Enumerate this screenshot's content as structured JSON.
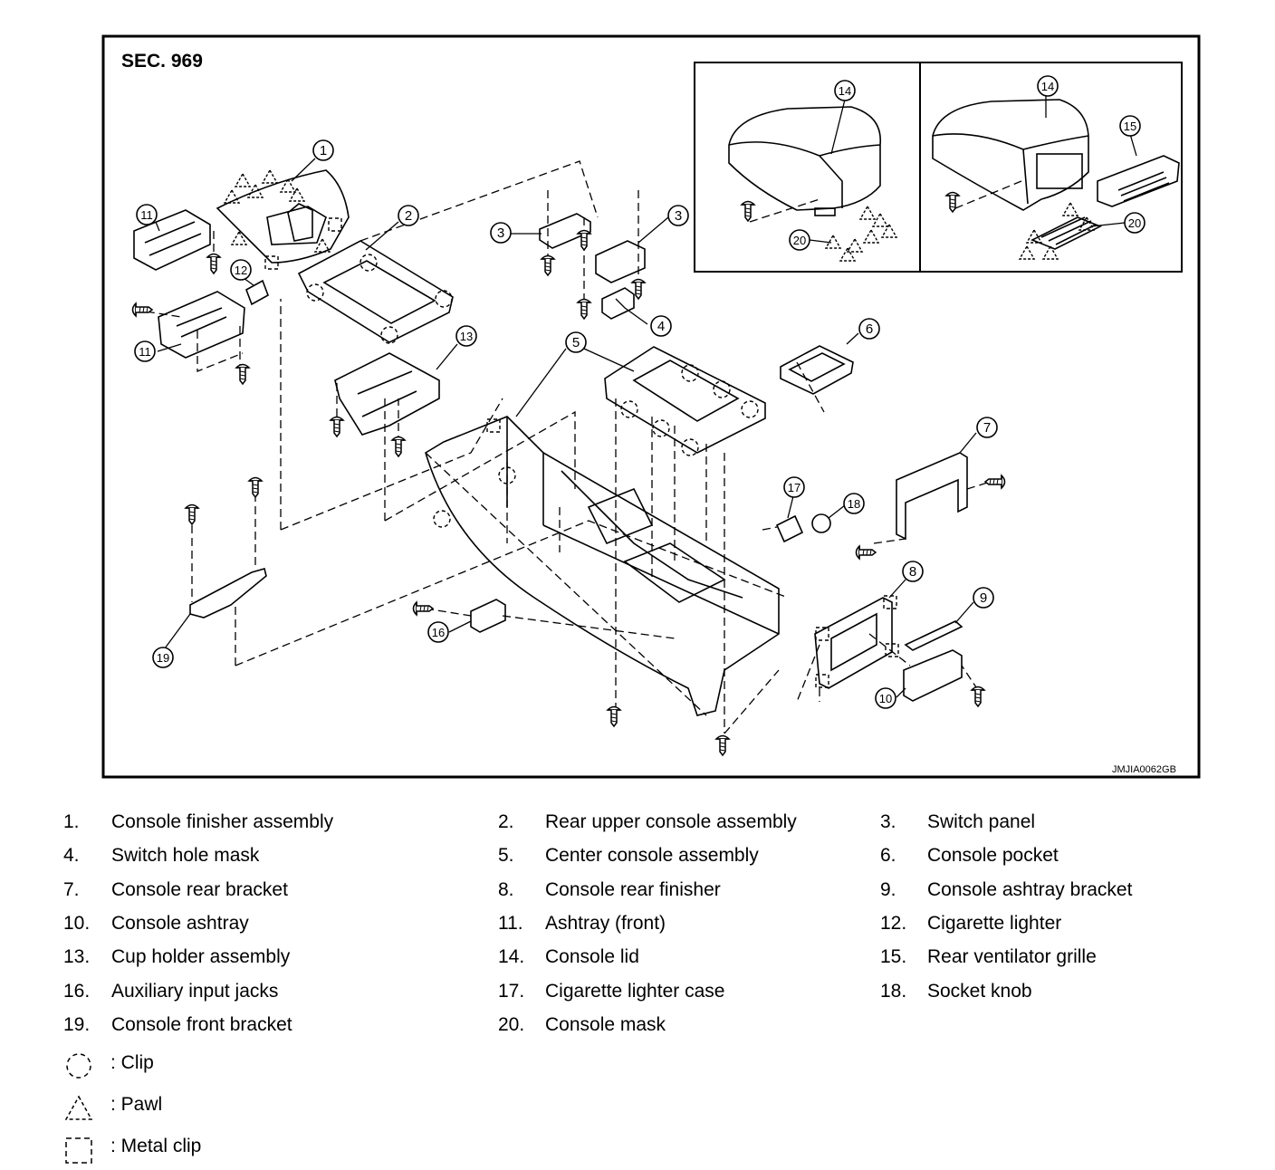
{
  "diagram": {
    "section_label": "SEC. 969",
    "image_code": "JMJIA0062GB",
    "callouts": [
      "1",
      "2",
      "3",
      "3",
      "4",
      "5",
      "6",
      "7",
      "8",
      "9",
      "10",
      "11",
      "11",
      "12",
      "13",
      "14",
      "14",
      "15",
      "16",
      "17",
      "18",
      "19",
      "20",
      "20"
    ]
  },
  "parts": [
    {
      "num": "1.",
      "name": "Console finisher assembly"
    },
    {
      "num": "2.",
      "name": "Rear upper console assembly"
    },
    {
      "num": "3.",
      "name": "Switch panel"
    },
    {
      "num": "4.",
      "name": "Switch hole mask"
    },
    {
      "num": "5.",
      "name": "Center console assembly"
    },
    {
      "num": "6.",
      "name": "Console pocket"
    },
    {
      "num": "7.",
      "name": "Console rear bracket"
    },
    {
      "num": "8.",
      "name": "Console rear finisher"
    },
    {
      "num": "9.",
      "name": "Console ashtray bracket"
    },
    {
      "num": "10.",
      "name": "Console ashtray"
    },
    {
      "num": "11.",
      "name": "Ashtray (front)"
    },
    {
      "num": "12.",
      "name": "Cigarette lighter"
    },
    {
      "num": "13.",
      "name": "Cup holder assembly"
    },
    {
      "num": "14.",
      "name": "Console lid"
    },
    {
      "num": "15.",
      "name": "Rear ventilator grille"
    },
    {
      "num": "16.",
      "name": "Auxiliary input jacks"
    },
    {
      "num": "17.",
      "name": "Cigarette lighter case"
    },
    {
      "num": "18.",
      "name": "Socket knob"
    },
    {
      "num": "19.",
      "name": "Console front bracket"
    },
    {
      "num": "20.",
      "name": "Console mask"
    }
  ],
  "symbols": [
    {
      "icon": "clip-symbol-icon",
      "label": ": Clip"
    },
    {
      "icon": "pawl-symbol-icon",
      "label": ": Pawl"
    },
    {
      "icon": "metal-clip-symbol-icon",
      "label": ": Metal clip"
    }
  ]
}
